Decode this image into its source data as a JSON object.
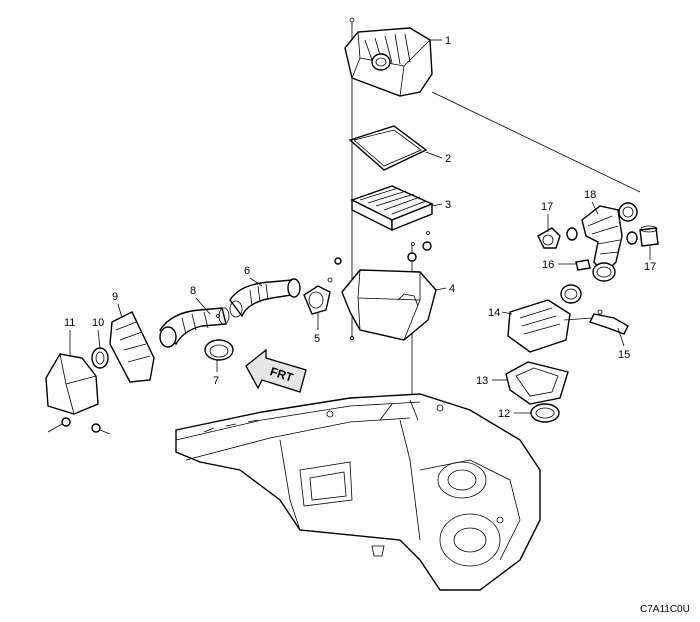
{
  "figure_code": "C7A11C0U",
  "front_marker": "FRT",
  "callouts": [
    "1",
    "2",
    "3",
    "4",
    "5",
    "6",
    "7",
    "8",
    "9",
    "10",
    "11",
    "12",
    "13",
    "14",
    "15",
    "16",
    "17",
    "17",
    "18"
  ]
}
